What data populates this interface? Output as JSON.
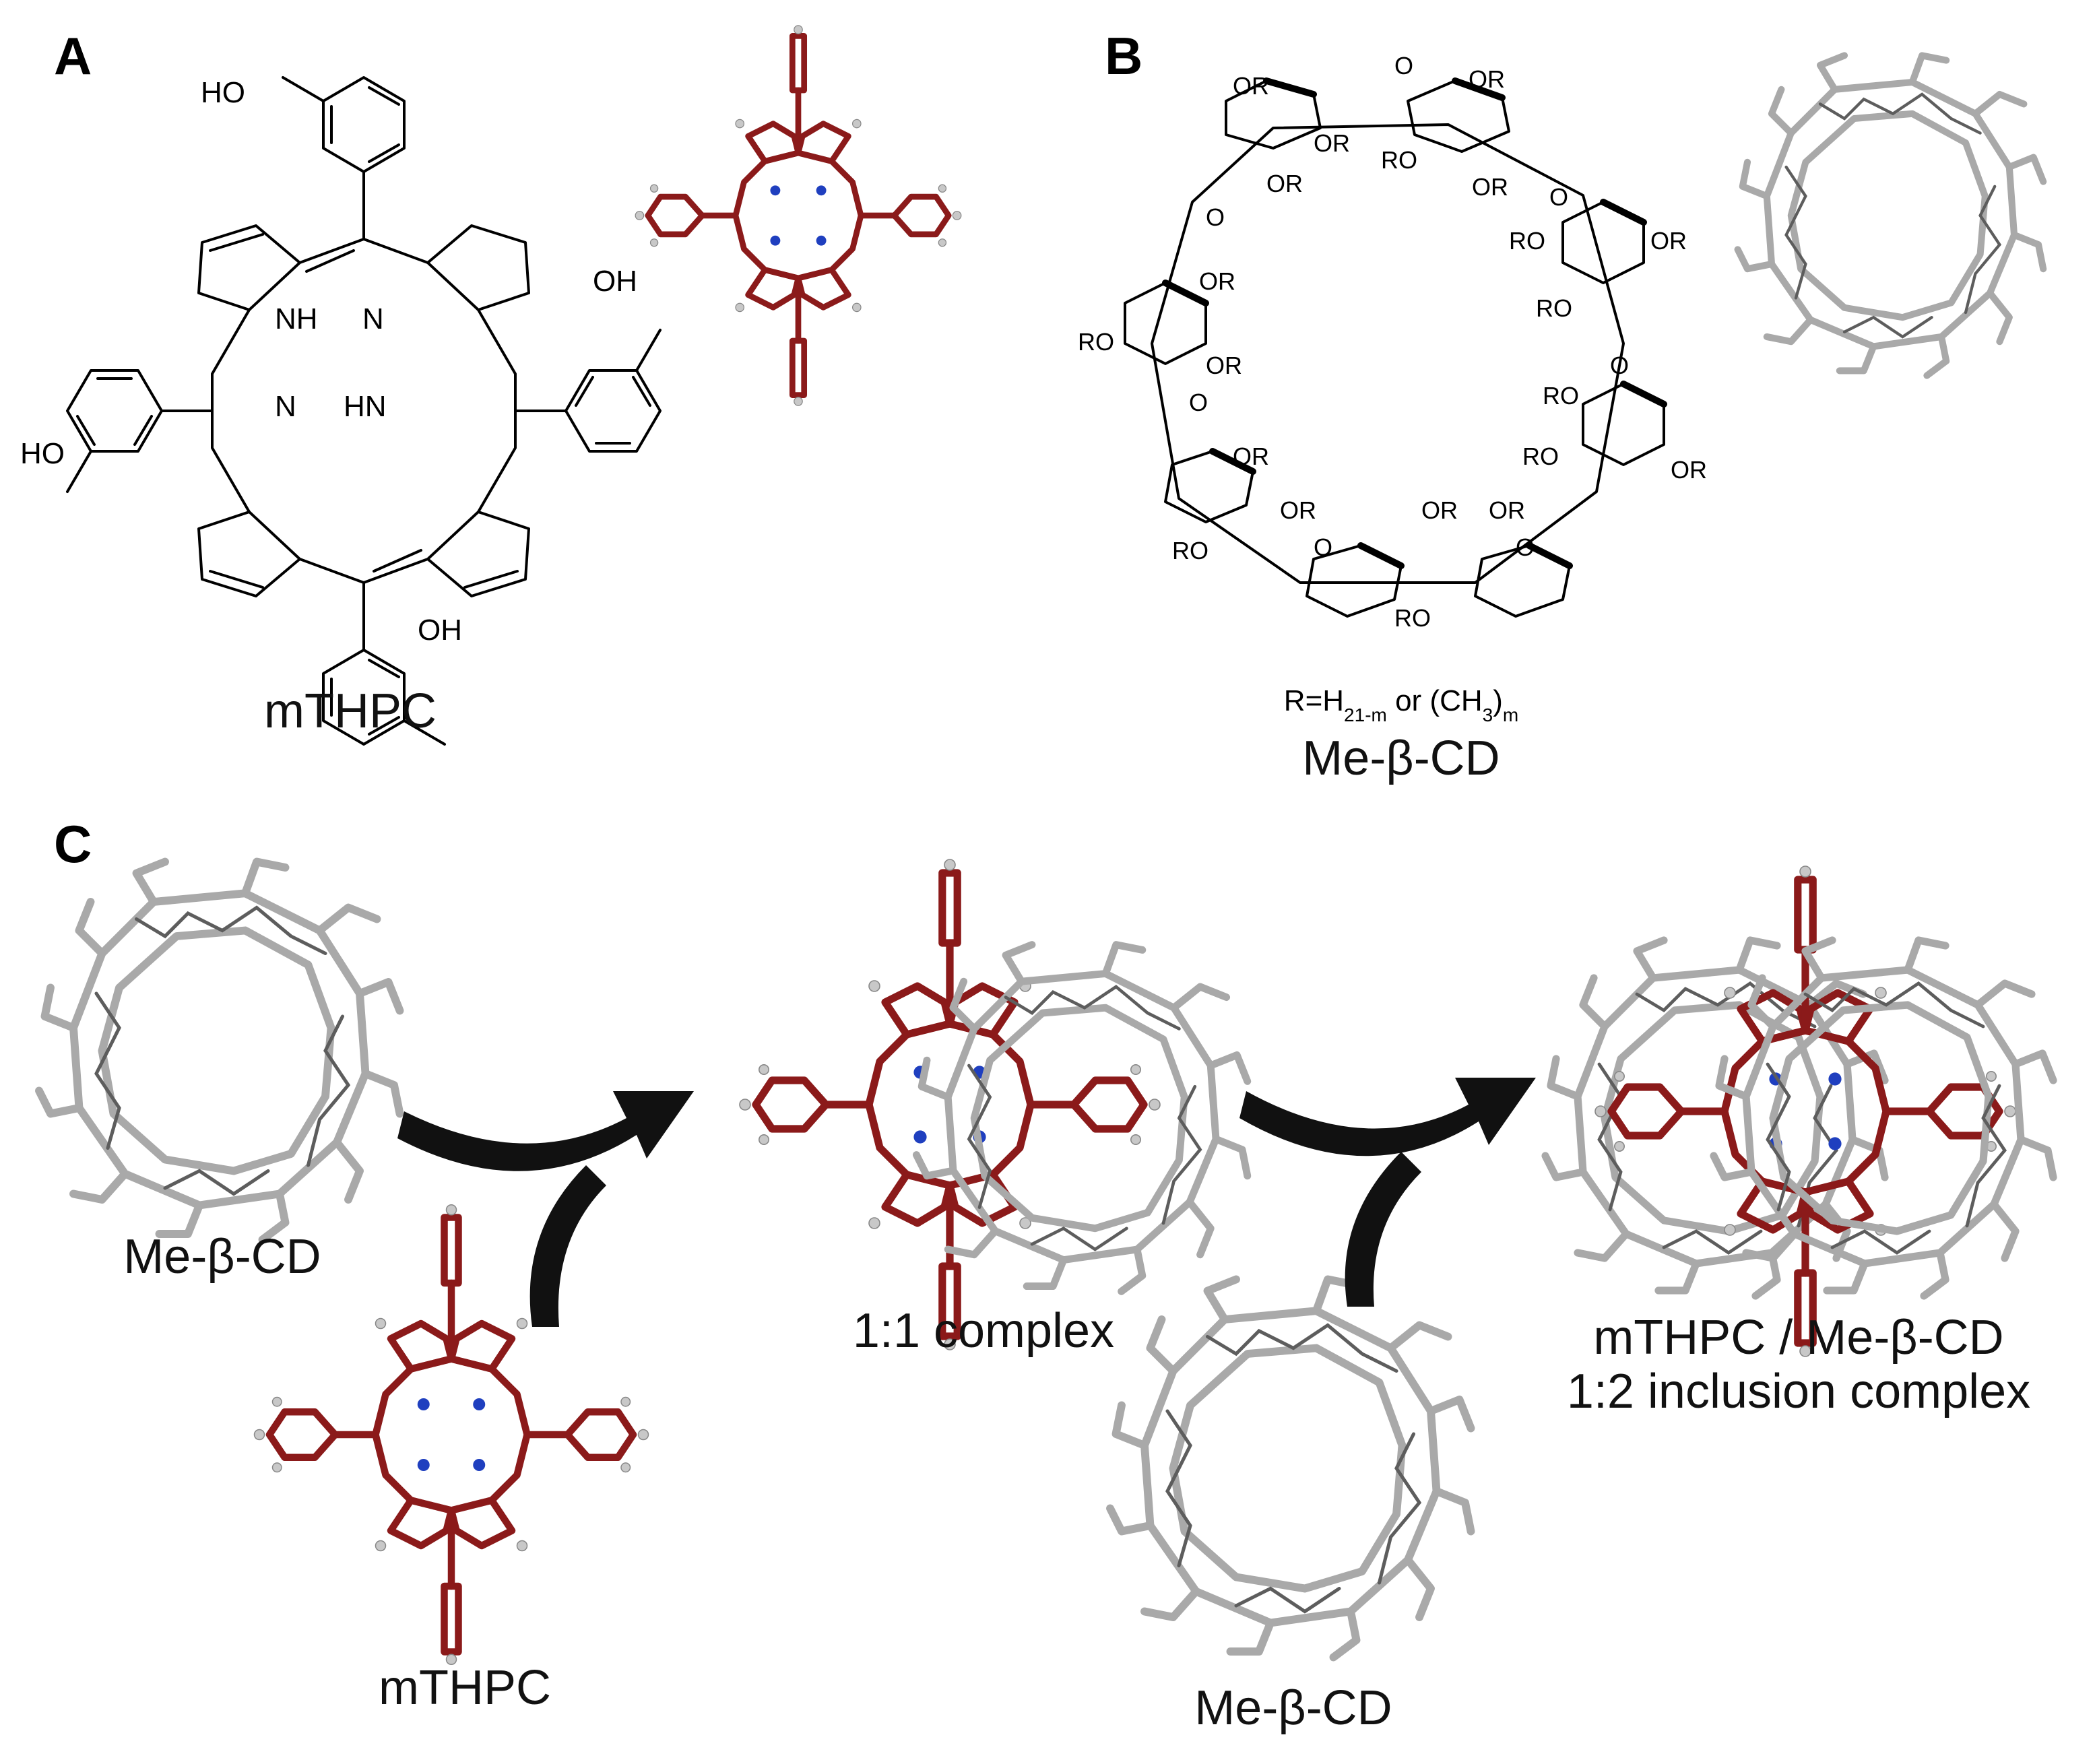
{
  "panels": {
    "a": {
      "letter": "A",
      "caption": "mTHPC"
    },
    "b": {
      "letter": "B",
      "formula_prefix": "R=H",
      "formula_sub1": "21-m",
      "formula_mid": " or (CH",
      "formula_sub2": "3",
      "formula_close": ")",
      "formula_sub3": "m",
      "caption": "Me-β-CD"
    },
    "c": {
      "letter": "C",
      "label_cd_top": "Me-β-CD",
      "label_mthpc": "mTHPC",
      "label_complex_11": "1:1 complex",
      "label_cd_bottom": "Me-β-CD",
      "label_complex_12_line1": "mTHPC / Me-β-CD",
      "label_complex_12_line2": "1:2 inclusion complex"
    }
  },
  "atoms": {
    "ho": "HO",
    "oh": "OH",
    "nh": "NH",
    "hn": "HN",
    "n": "N",
    "or": "OR",
    "ro": "RO",
    "o": "O"
  },
  "colors": {
    "porphyrin_stick": "#8b1a1a",
    "cyclodextrin_stick": "#a9a9a9",
    "nitrogen": "#1f3fbf",
    "hydrogen": "#c8c8c8",
    "arrow": "#111111"
  }
}
